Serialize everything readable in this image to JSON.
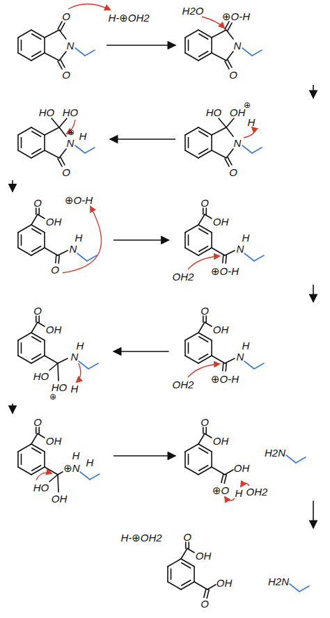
{
  "diagram": {
    "nodes": [
      {
        "text": [
          "O",
          "N",
          "O"
        ]
      },
      {
        "text": [
          "H2O",
          "⊕O-H",
          "N",
          "O"
        ]
      },
      {
        "text": [
          "HO",
          "OH",
          "⊕",
          "H",
          "N",
          "O"
        ]
      },
      {
        "text": [
          "HO",
          "HO",
          "⊕",
          "N",
          "H",
          "O"
        ]
      },
      {
        "text": [
          "O",
          "OH",
          "⊕O-H",
          "N",
          "H",
          "O"
        ]
      },
      {
        "text": [
          "O",
          "OH",
          "N",
          "H",
          "OH2",
          "⊕O-H"
        ]
      },
      {
        "text": [
          "O",
          "OH",
          "N",
          "H",
          "OH2",
          "⊕O-H"
        ]
      },
      {
        "text": [
          "O",
          "OH",
          "N",
          "H",
          "HO",
          "HO",
          "⊕",
          "H"
        ]
      },
      {
        "text": [
          "O",
          "OH",
          "H",
          "⊕N",
          "H",
          "HO",
          "OH"
        ]
      },
      {
        "text": [
          "O",
          "OH",
          "OH",
          "⊕O",
          "H",
          "OH2",
          "H2N"
        ]
      },
      {
        "text": [
          "O",
          "OH",
          "OH",
          "O",
          "H2N"
        ]
      }
    ],
    "edges": [
      {
        "from": 0,
        "to": 1,
        "arrow": "to"
      },
      {
        "from": 1,
        "to": 2,
        "arrow": "to"
      },
      {
        "from": 2,
        "to": 3,
        "arrow": "to"
      },
      {
        "from": 3,
        "to": 4,
        "arrow": "to"
      },
      {
        "from": 4,
        "to": 5,
        "arrow": "to"
      },
      {
        "from": 5,
        "to": 6,
        "arrow": "to"
      },
      {
        "from": 6,
        "to": 7,
        "arrow": "to"
      },
      {
        "from": 7,
        "to": 8,
        "arrow": "to"
      },
      {
        "from": 8,
        "to": 9,
        "arrow": "to"
      },
      {
        "from": 9,
        "to": 10,
        "arrow": "to"
      }
    ],
    "labels": [
      "H-⊕OH2",
      "H-⊕OH2"
    ]
  }
}
